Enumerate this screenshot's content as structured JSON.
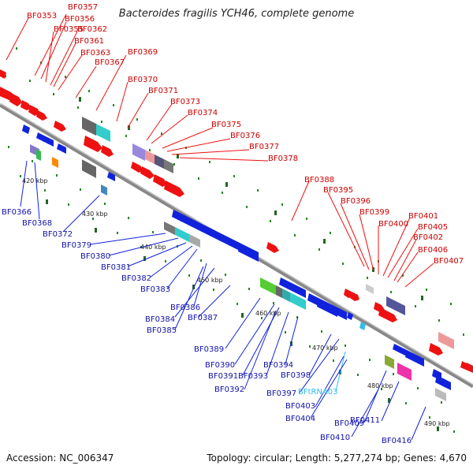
{
  "title": "Bacteroides fragilis YCH46, complete genome",
  "footer": {
    "accession": "Accession: NC_006347",
    "stats": "Topology: circular; Length: 5,277,274 bp; Genes: 4,670"
  },
  "colors": {
    "forward": "#ee1111",
    "reverse": "#1122dd",
    "trna": "#33bbee",
    "backbone": "#888888",
    "tick": "#228822"
  },
  "kbp_labels": [
    "420 kbp",
    "430 kbp",
    "440 kbp",
    "450 kbp",
    "460 kbp",
    "470 kbp",
    "480 kbp",
    "490 kbp"
  ],
  "top_genes": [
    "BF0353",
    "BF0357",
    "BF0356",
    "BF0355",
    "BF0362",
    "BF0361",
    "BF0363",
    "BF0367",
    "BF0369",
    "BF0370",
    "BF0371",
    "BF0373",
    "BF0374",
    "BF0375",
    "BF0376",
    "BF0377",
    "BF0378",
    "BF0388",
    "BF0395",
    "BF0396",
    "BF0399",
    "BF0400",
    "BF0401",
    "BF0405",
    "BF0402",
    "BF0406",
    "BF0407"
  ],
  "bottom_genes": [
    "BF0366",
    "BF0368",
    "BF0372",
    "BF0379",
    "BF0380",
    "BF0381",
    "BF0382",
    "BF0383",
    "BF0386",
    "BF0384",
    "BF0387",
    "BF0385",
    "BF0389",
    "BF0390",
    "BF0391",
    "BF0393",
    "BF0394",
    "BF0392",
    "BF0398",
    "BF0397",
    "BFtRNA03",
    "BF0403",
    "BF0404",
    "BF0409",
    "BF0411",
    "BF0410",
    "BF0416"
  ]
}
